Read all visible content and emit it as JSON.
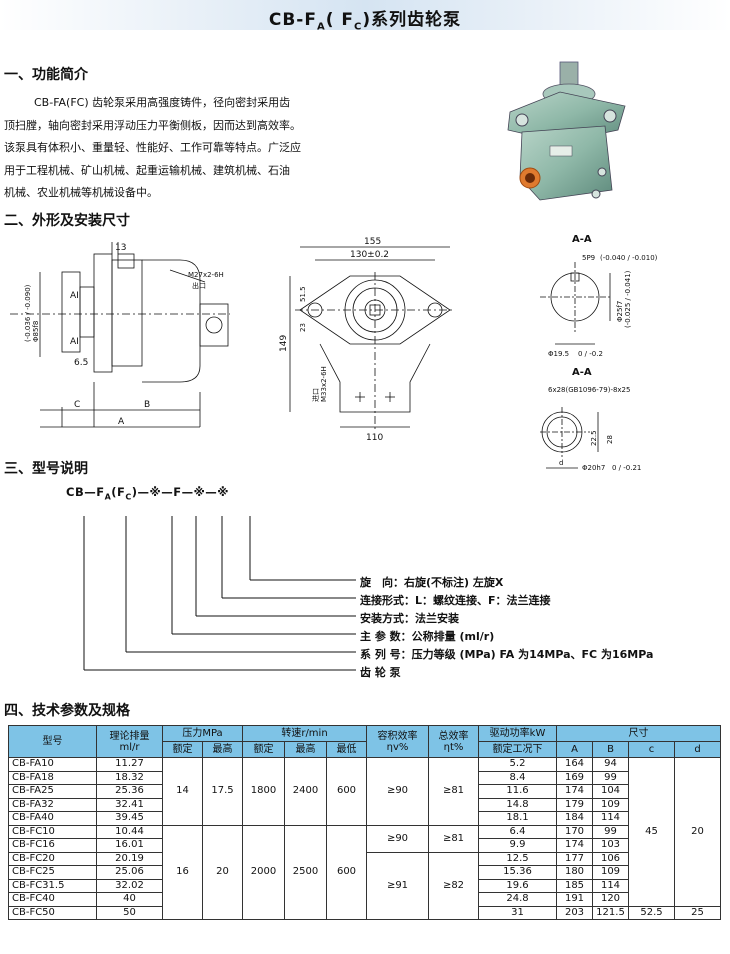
{
  "title": {
    "main": "CB-F",
    "a_sub": "A",
    "mid": "( F",
    "c_sub": "C",
    "tail": ")系列齿轮泵"
  },
  "sections": {
    "function": "一、功能简介",
    "dimensions": "二、外形及安装尺寸",
    "model": "三、型号说明",
    "specs": "四、技术参数及规格"
  },
  "intro": {
    "lines": [
      "CB-FA(FC) 齿轮泵采用高强度铸件，径向密封采用齿",
      "顶扫膛，轴向密封采用浮动压力平衡侧板，因而达到高效率。",
      "该泵具有体积小、重量轻、性能好、工作可靠等特点。广泛应",
      "用于工程机械、矿山机械、起重运输机械、建筑机械、石油",
      "机械、农业机械等机械设备中。"
    ]
  },
  "drawing_labels": {
    "d13": "13",
    "thread_out": "M27x2-6H",
    "outlet": "出口",
    "ai": "AI",
    "phi85": "Φ85f8",
    "phi85_tol": "(-0.036 / -0.090)",
    "d65": "6.5",
    "lbl_c": "C",
    "lbl_b": "B",
    "lbl_a": "A",
    "d155": "155",
    "d130": "130±0.2",
    "d515": "51.5",
    "d23": "23",
    "d149": "149",
    "d110": "110",
    "inlet": "进口",
    "thread_in": "M33x2-6H",
    "section_aa": "A-A",
    "d5p9": "5P9",
    "d5p9_tol": "(-0.040 / -0.010)",
    "d25": "Φ25f7",
    "d25_tol": "(-0.025 / -0.041)",
    "d195": "Φ19.5",
    "d195_tol": "0 / -0.2",
    "spline": "6x28(GB1096-79)-8x25",
    "d225": "22.5",
    "d28": "28",
    "d20": "Φ20h7",
    "d20_tol": "0 / -0.21",
    "lbl_d": "d"
  },
  "model_code": {
    "prefix": "CB—",
    "fa": "F",
    "fa_sub": "A",
    "fc_open": "(F",
    "fc_sub": "C",
    "fc_close": ")",
    "rest": "—※—F—※—※"
  },
  "legend": [
    "旋　向：右旋(不标注)  左旋X",
    "连接形式：L：螺纹连接、F：法兰连接",
    "安装方式：法兰安装",
    "主 参 数：公称排量 (ml/r)",
    "系 列 号：压力等级 (MPa) FA 为14MPa、FC 为16MPa",
    "齿 轮 泵"
  ],
  "table": {
    "headers": {
      "model": "型号",
      "displacement": "理论排量",
      "displacement_unit": "ml/r",
      "pressure": "压力MPa",
      "speed": "转速r/min",
      "vol_eff": "容积效率",
      "vol_eff_unit": "ηv%",
      "total_eff": "总效率",
      "total_eff_unit": "ηt%",
      "power": "驱动功率kW",
      "power_unit": "额定工况下",
      "size": "尺寸",
      "rated": "额定",
      "max": "最高",
      "min": "最低",
      "col_a": "A",
      "col_b": "B",
      "col_c": "c",
      "col_d": "d"
    },
    "rows": [
      {
        "model": "CB-FA10",
        "disp": "11.27",
        "power": "5.2",
        "a": "164",
        "b": "94"
      },
      {
        "model": "CB-FA18",
        "disp": "18.32",
        "power": "8.4",
        "a": "169",
        "b": "99"
      },
      {
        "model": "CB-FA25",
        "disp": "25.36",
        "power": "11.6",
        "a": "174",
        "b": "104"
      },
      {
        "model": "CB-FA32",
        "disp": "32.41",
        "power": "14.8",
        "a": "179",
        "b": "109"
      },
      {
        "model": "CB-FA40",
        "disp": "39.45",
        "power": "18.1",
        "a": "184",
        "b": "114"
      },
      {
        "model": "CB-FC10",
        "disp": "10.44",
        "power": "6.4",
        "a": "170",
        "b": "99"
      },
      {
        "model": "CB-FC16",
        "disp": "16.01",
        "power": "9.9",
        "a": "174",
        "b": "103"
      },
      {
        "model": "CB-FC20",
        "disp": "20.19",
        "power": "12.5",
        "a": "177",
        "b": "106"
      },
      {
        "model": "CB-FC25",
        "disp": "25.06",
        "power": "15.36",
        "a": "180",
        "b": "109"
      },
      {
        "model": "CB-FC31.5",
        "disp": "32.02",
        "power": "19.6",
        "a": "185",
        "b": "114"
      },
      {
        "model": "CB-FC40",
        "disp": "40",
        "power": "24.8",
        "a": "191",
        "b": "120"
      },
      {
        "model": "CB-FC50",
        "disp": "50",
        "power": "31",
        "a": "203",
        "b": "121.5"
      }
    ],
    "groups": {
      "fa": {
        "rated_p": "14",
        "max_p": "17.5",
        "rated_n": "1800",
        "max_n": "2400",
        "min_n": "600",
        "vol": "≥90",
        "total": "≥81"
      },
      "fc": {
        "rated_p": "16",
        "max_p": "20",
        "rated_n": "2000",
        "max_n": "2500",
        "min_n": "600"
      },
      "fc_eff1": {
        "vol": "≥90",
        "total": "≥81"
      },
      "fc_eff2": {
        "vol": "≥91",
        "total": "≥82"
      },
      "cd_main": {
        "c": "45",
        "d": "20"
      },
      "cd_last": {
        "c": "52.5",
        "d": "25"
      }
    }
  },
  "colors": {
    "header_bg": "#7ec3e6",
    "pump_body": "#8fb8a8",
    "port_orange": "#e07a2e"
  }
}
